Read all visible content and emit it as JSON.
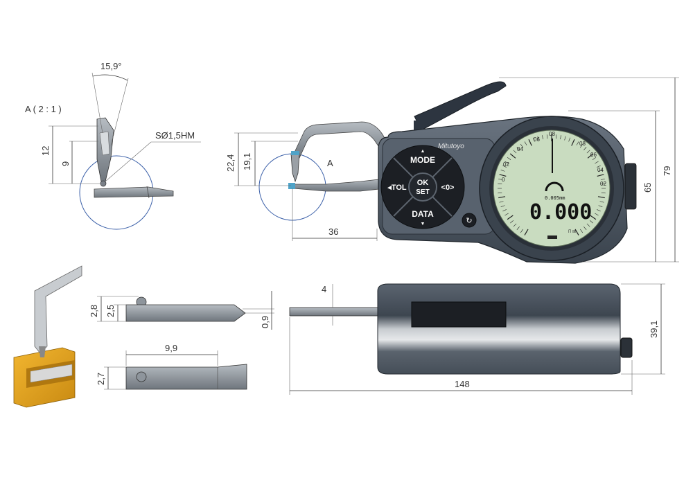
{
  "brand": "Mitutoyo",
  "detail": {
    "label": "A ( 2 : 1 )",
    "callout": "A",
    "ball_spec": "SØ1,5HM"
  },
  "dims": {
    "angle": "15,9°",
    "d12": "12",
    "d9": "9",
    "d22_4": "22,4",
    "d19_1": "19,1",
    "d36": "36",
    "d65": "65",
    "d79": "79",
    "d2_8": "2,8",
    "d2_5": "2,5",
    "d0_9": "0,9",
    "d9_9": "9,9",
    "d2_7": "2,7",
    "d4": "4",
    "d39_1": "39,1",
    "d148": "148"
  },
  "buttons": {
    "mode": "MODE",
    "tol": "◂TOL",
    "ok": "OK",
    "set": "SET",
    "zero": "<0>",
    "data": "DATA"
  },
  "display": {
    "reading": "0.000",
    "unit_small": "0.005mm",
    "dial_numbers": [
      "04",
      "06",
      "08",
      "08",
      "06",
      "04",
      "02",
      "02",
      "0"
    ]
  },
  "colors": {
    "body": "#4a5563",
    "body_dark": "#2f3842",
    "lcd": "#c9dcc0",
    "keypad": "#1c1f24",
    "arm": "#8c9299",
    "block": "#e0a020",
    "dim_circle": "#3a5fa8"
  }
}
